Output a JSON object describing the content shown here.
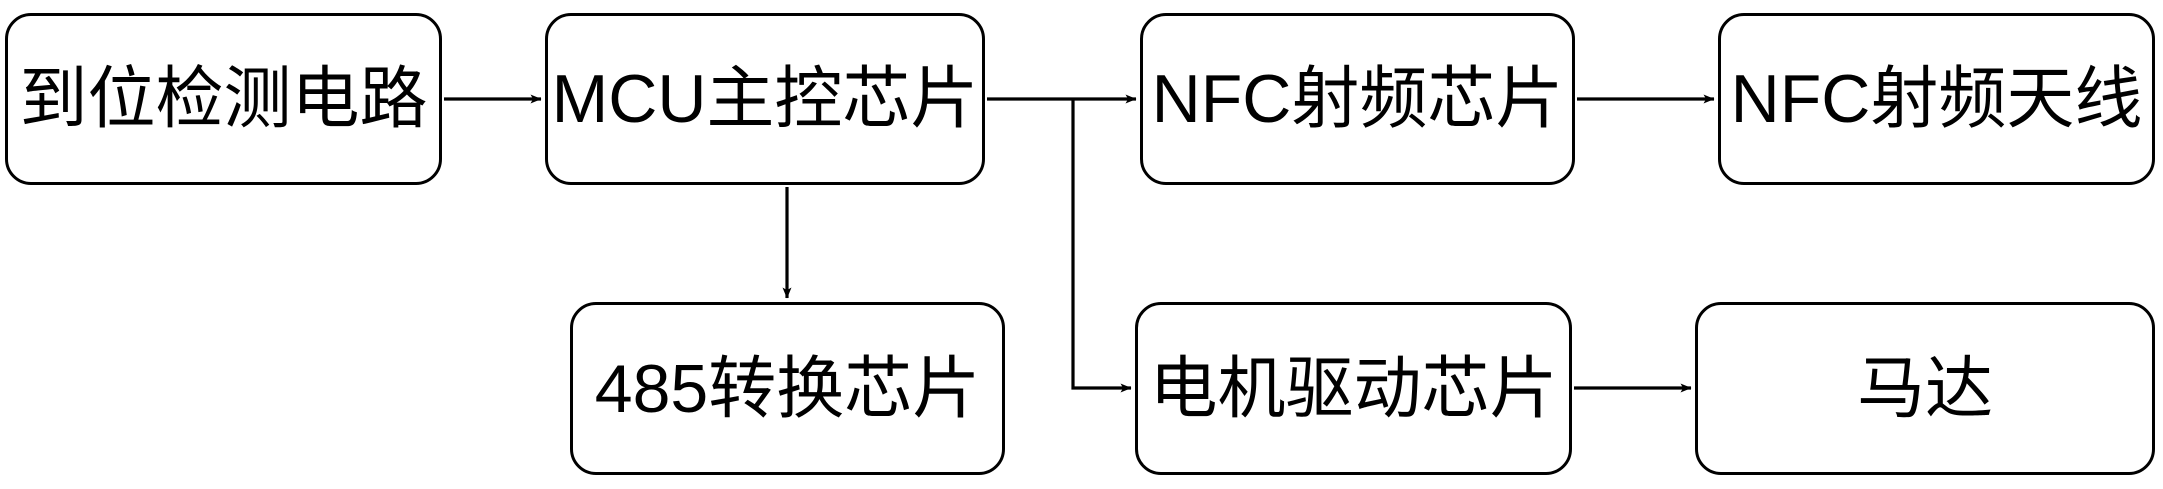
{
  "diagram": {
    "type": "block-diagram",
    "title": "",
    "stroke_color": "#000000",
    "fill_color": "#ffffff",
    "nodes": [
      {
        "id": "position-detect",
        "label": "到位检测电路",
        "row": "top",
        "column": 1
      },
      {
        "id": "mcu",
        "label": "MCU主控芯片",
        "row": "top",
        "column": 2
      },
      {
        "id": "nfc-chip",
        "label": "NFC射频芯片",
        "row": "top",
        "column": 3
      },
      {
        "id": "nfc-antenna",
        "label": "NFC射频天线",
        "row": "top",
        "column": 4
      },
      {
        "id": "rs485",
        "label": "485转换芯片",
        "row": "bottom",
        "column": 2
      },
      {
        "id": "motor-driver",
        "label": "电机驱动芯片",
        "row": "bottom",
        "column": 3
      },
      {
        "id": "motor",
        "label": "马达",
        "row": "bottom",
        "column": 4
      }
    ],
    "edges": [
      {
        "id": "edge-detect-to-mcu",
        "from": "position-detect",
        "to": "mcu",
        "style": "straight-horizontal",
        "arrow": "end"
      },
      {
        "id": "edge-mcu-to-nfc-chip",
        "from": "mcu",
        "to": "nfc-chip",
        "style": "straight-horizontal",
        "arrow": "end"
      },
      {
        "id": "edge-nfc-chip-to-antenna",
        "from": "nfc-chip",
        "to": "nfc-antenna",
        "style": "straight-horizontal",
        "arrow": "end"
      },
      {
        "id": "edge-mcu-to-rs485",
        "from": "mcu",
        "to": "rs485",
        "style": "straight-vertical",
        "arrow": "end"
      },
      {
        "id": "edge-mcu-to-motor-driver",
        "from": "mcu",
        "to": "motor-driver",
        "style": "elbow-branch",
        "arrow": "end"
      },
      {
        "id": "edge-motor-driver-to-motor",
        "from": "motor-driver",
        "to": "motor",
        "style": "straight-horizontal",
        "arrow": "end"
      }
    ]
  }
}
